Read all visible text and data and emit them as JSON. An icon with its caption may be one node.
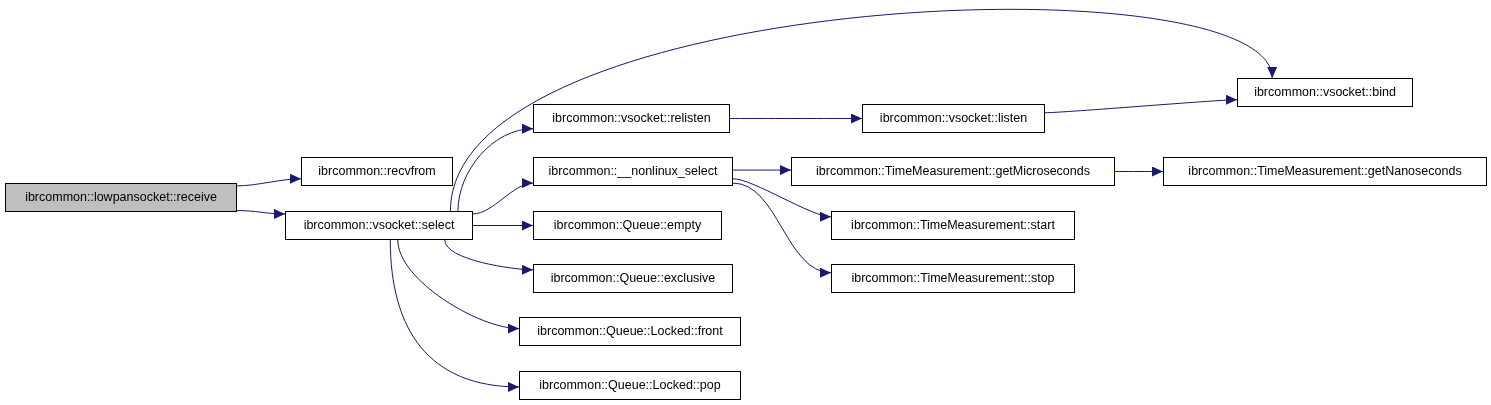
{
  "diagram": {
    "nodes": [
      {
        "text": [
          "ibrcommon::lowpansocket::receive"
        ]
      },
      {
        "text": [
          "ibrcommon::recvfrom"
        ]
      },
      {
        "text": [
          "ibrcommon::vsocket::select"
        ]
      },
      {
        "text": [
          "ibrcommon::vsocket::relisten"
        ]
      },
      {
        "text": [
          "ibrcommon::__nonlinux_select"
        ]
      },
      {
        "text": [
          "ibrcommon::Queue::empty"
        ]
      },
      {
        "text": [
          "ibrcommon::Queue::exclusive"
        ]
      },
      {
        "text": [
          "ibrcommon::Queue::Locked::front"
        ]
      },
      {
        "text": [
          "ibrcommon::Queue::Locked::pop"
        ]
      },
      {
        "text": [
          "ibrcommon::vsocket::listen"
        ]
      },
      {
        "text": [
          "ibrcommon::vsocket::bind"
        ]
      },
      {
        "text": [
          "ibrcommon::TimeMeasurement::getMicroseconds"
        ]
      },
      {
        "text": [
          "ibrcommon::TimeMeasurement::start"
        ]
      },
      {
        "text": [
          "ibrcommon::TimeMeasurement::stop"
        ]
      },
      {
        "text": [
          "ibrcommon::TimeMeasurement::getNanoseconds"
        ]
      }
    ],
    "edges": [
      {
        "from": 0,
        "to": 1,
        "arrow": "to"
      },
      {
        "from": 0,
        "to": 2,
        "arrow": "to"
      },
      {
        "from": 2,
        "to": 10,
        "arrow": "to"
      },
      {
        "from": 2,
        "to": 3,
        "arrow": "to"
      },
      {
        "from": 2,
        "to": 4,
        "arrow": "to"
      },
      {
        "from": 2,
        "to": 5,
        "arrow": "to"
      },
      {
        "from": 2,
        "to": 6,
        "arrow": "to"
      },
      {
        "from": 2,
        "to": 7,
        "arrow": "to"
      },
      {
        "from": 2,
        "to": 8,
        "arrow": "to"
      },
      {
        "from": 3,
        "to": 9,
        "arrow": "to"
      },
      {
        "from": 9,
        "to": 10,
        "arrow": "to"
      },
      {
        "from": 4,
        "to": 11,
        "arrow": "to"
      },
      {
        "from": 4,
        "to": 12,
        "arrow": "to"
      },
      {
        "from": 4,
        "to": 13,
        "arrow": "to"
      },
      {
        "from": 11,
        "to": 14,
        "arrow": "to"
      }
    ]
  }
}
